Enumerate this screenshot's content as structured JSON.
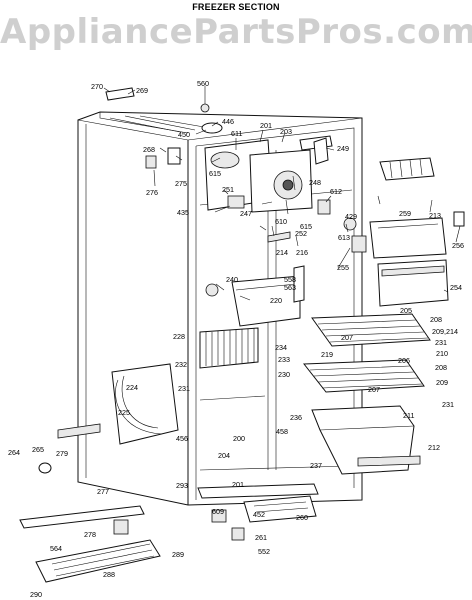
{
  "header": {
    "title": "FREEZER SECTION",
    "watermark": "AppliancePartsPros.com"
  },
  "parts": [
    "270",
    "269",
    "560",
    "446",
    "450",
    "611",
    "201",
    "203",
    "268",
    "615",
    "251",
    "249",
    "275",
    "276",
    "248",
    "612",
    "435",
    "247",
    "610",
    "252",
    "615",
    "613",
    "429",
    "259",
    "213",
    "256",
    "214",
    "216",
    "255",
    "558",
    "563",
    "240",
    "220",
    "254",
    "205",
    "208",
    "209,214",
    "228",
    "234",
    "219",
    "231",
    "210",
    "232",
    "233",
    "206",
    "208",
    "207",
    "230",
    "231",
    "209",
    "224",
    "231",
    "225",
    "207",
    "211",
    "236",
    "264",
    "265",
    "279",
    "456",
    "200",
    "458",
    "212",
    "204",
    "237",
    "293",
    "201",
    "277",
    "609",
    "452",
    "260",
    "278",
    "289",
    "261",
    "552",
    "564",
    "288",
    "290"
  ]
}
